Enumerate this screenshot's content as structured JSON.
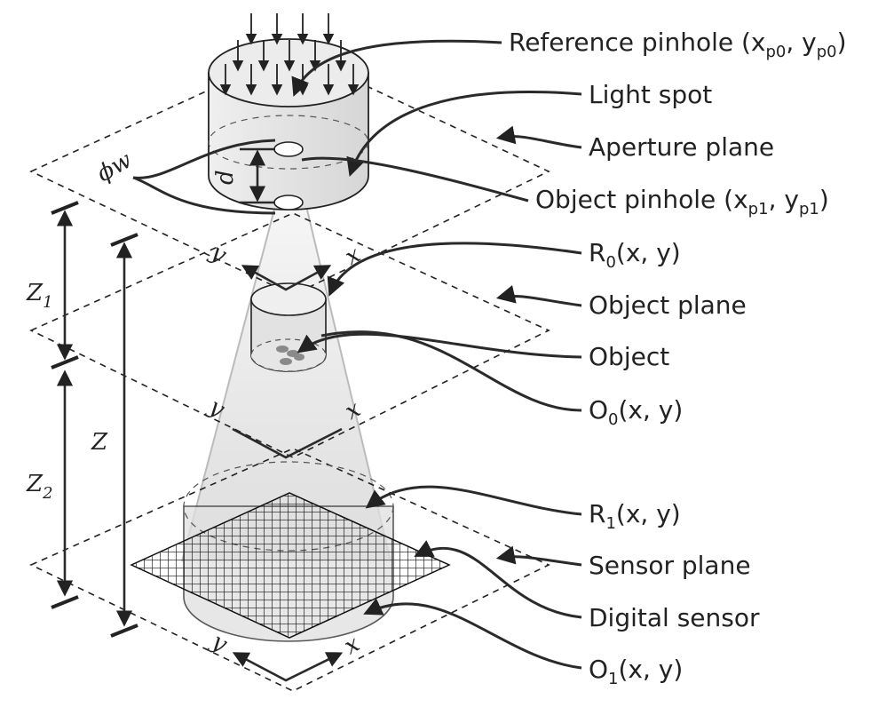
{
  "labels": {
    "ref_pinhole_main": "Reference pinhole (x",
    "ref_pinhole_sub0": "p0",
    "ref_pinhole_mid": ", y",
    "ref_pinhole_sub1": "p0",
    "ref_pinhole_end": ")",
    "light_spot": "Light spot",
    "aperture_plane": "Aperture plane",
    "obj_pinhole_main": "Object pinhole (x",
    "obj_pinhole_sub0": "p1",
    "obj_pinhole_mid": ", y",
    "obj_pinhole_sub1": "p1",
    "obj_pinhole_end": ")",
    "r0_main": "R",
    "r0_sub": "0",
    "r0_end": "(x, y)",
    "object_plane": "Object plane",
    "object": "Object",
    "o0_main": "O",
    "o0_sub": "0",
    "o0_end": "(x, y)",
    "r1_main": "R",
    "r1_sub": "1",
    "r1_end": "(x, y)",
    "sensor_plane": "Sensor plane",
    "digital_sensor": "Digital sensor",
    "o1_main": "O",
    "o1_sub": "1",
    "o1_end": "(x, y)"
  },
  "axis_labels": {
    "phi_w": "ϕw",
    "d": "d",
    "z1": "Z",
    "z1_sub": "1",
    "z2": "Z",
    "z2_sub": "2",
    "z": "Z",
    "y": "y",
    "x": "x"
  },
  "colors": {
    "stroke": "#222222",
    "cylinder_fill": "#e6e6e6",
    "cone_fill": "#d9d9d9",
    "object_dot": "#8a8a8a"
  }
}
